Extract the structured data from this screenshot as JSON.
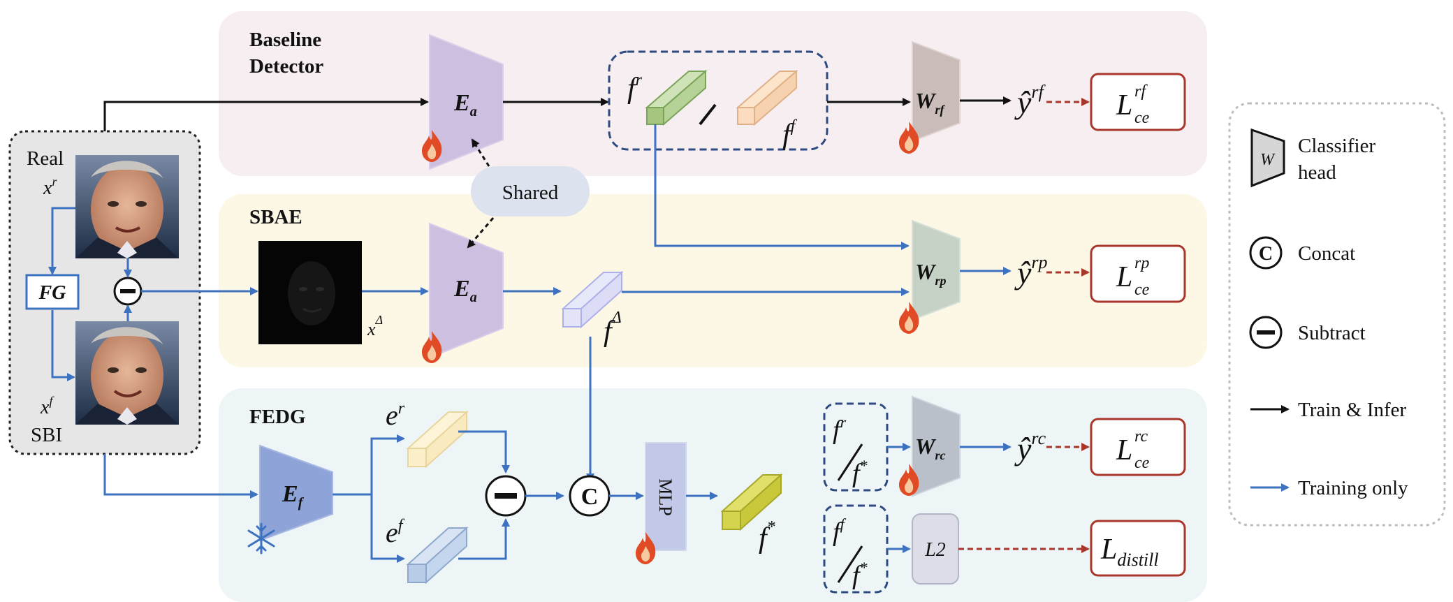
{
  "sections": {
    "baseline_title_line1": "Baseline",
    "baseline_title_line2": "Detector",
    "sbae_title": "SBAE",
    "fedg_title": "FEDG"
  },
  "input": {
    "real_label": "Real",
    "real_var": "x",
    "real_sup": "r",
    "fake_var": "x",
    "fake_sup": "f",
    "sbi_label": "SBI",
    "fg_label": "FG"
  },
  "shared_label": "Shared",
  "encoders": {
    "main": "E",
    "main_sub": "a",
    "frozen": "E",
    "frozen_sub": "f"
  },
  "features": {
    "f": "f",
    "r": "r",
    "ff": "f",
    "delta": "Δ",
    "star": "*",
    "e": "e",
    "x": "x",
    "mlp": "MLP",
    "l2": "L2",
    "c_symbol": "C",
    "slash": "/"
  },
  "heads": {
    "W": "W",
    "rf": "rf",
    "rp": "rp",
    "rc": "rc"
  },
  "outputs": {
    "y": "ŷ",
    "rf": "rf",
    "rp": "rp",
    "rc": "rc"
  },
  "losses": {
    "L": "L",
    "ce": "ce",
    "rf": "rf",
    "rp": "rp",
    "rc": "rc",
    "distill": "distill"
  },
  "legend": {
    "classifier_line1": "Classifier",
    "classifier_line2": "head",
    "classifier_icon": "W",
    "concat": "Concat",
    "concat_icon": "C",
    "subtract": "Subtract",
    "train_infer": "Train & Infer",
    "training_only": "Training only"
  },
  "colors": {
    "black_arrow": "#111111",
    "blue_arrow": "#3d72c0",
    "loss_red": "#a8362a",
    "baseline_bg": "#f6eef0",
    "sbae_bg": "#fdf8e6",
    "fedg_bg": "#eef5f6"
  }
}
